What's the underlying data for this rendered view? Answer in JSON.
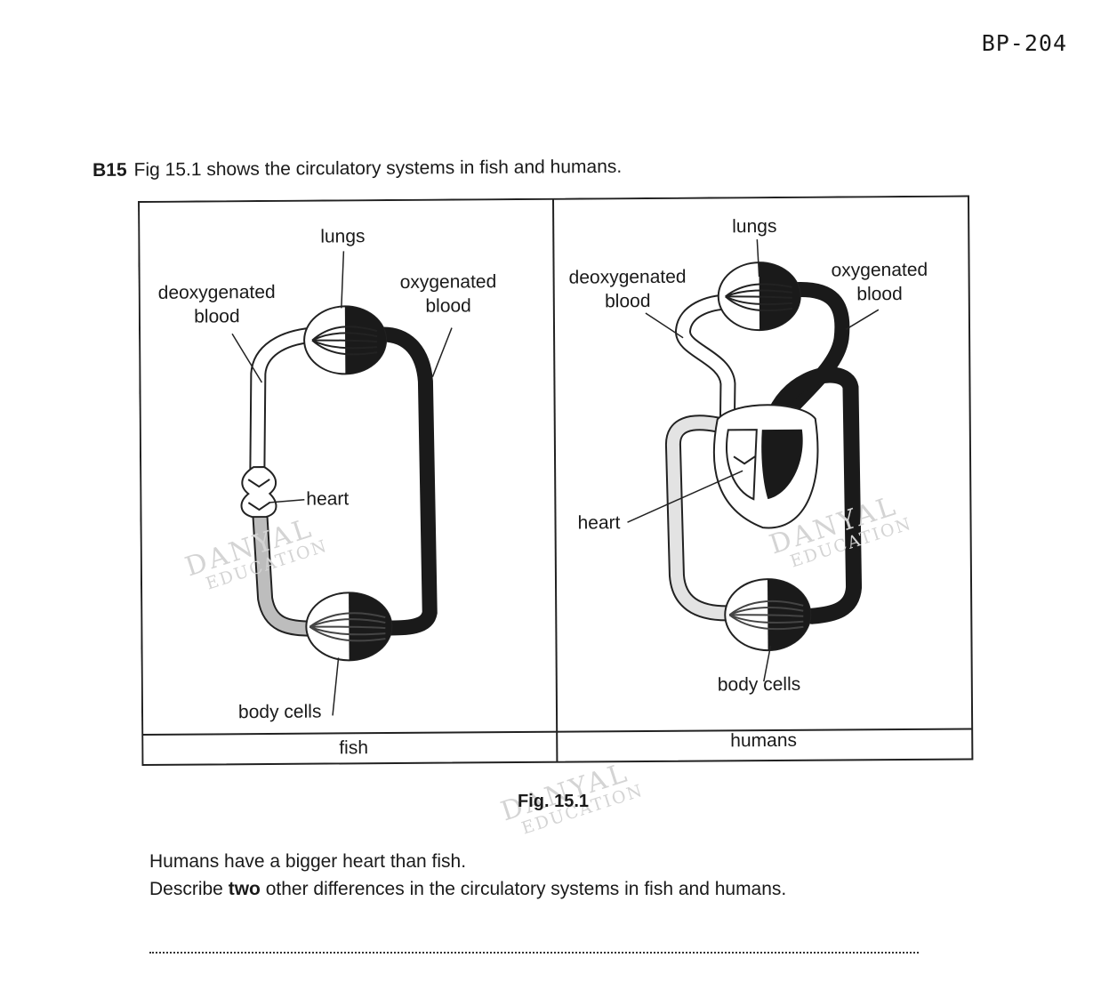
{
  "page_code": "BP-204",
  "question": {
    "number": "B15",
    "text": "Fig 15.1 shows the circulatory systems in fish and humans."
  },
  "figure": {
    "fish": {
      "panel_label": "fish",
      "labels": {
        "lungs": "lungs",
        "deoxygenated_1": "deoxygenated",
        "deoxygenated_2": "blood",
        "oxygenated_1": "oxygenated",
        "oxygenated_2": "blood",
        "heart": "heart",
        "body_cells": "body cells"
      }
    },
    "humans": {
      "panel_label": "humans",
      "labels": {
        "lungs": "lungs",
        "deoxygenated_1": "deoxygenated",
        "deoxygenated_2": "blood",
        "oxygenated_1": "oxygenated",
        "oxygenated_2": "blood",
        "heart": "heart",
        "body_cells": "body cells"
      }
    },
    "caption": "Fig. 15.1",
    "colors": {
      "oxygenated": "#1a1a1a",
      "deoxygenated": "#ffffff",
      "mixed": "#bdbdbd"
    }
  },
  "watermark": {
    "line1": "DANYAL",
    "line2": "EDUCATION"
  },
  "text": {
    "intro": "Humans have a bigger heart than fish.",
    "prompt_before": "Describe ",
    "prompt_bold": "two",
    "prompt_after": " other differences in the circulatory systems in fish and humans."
  }
}
